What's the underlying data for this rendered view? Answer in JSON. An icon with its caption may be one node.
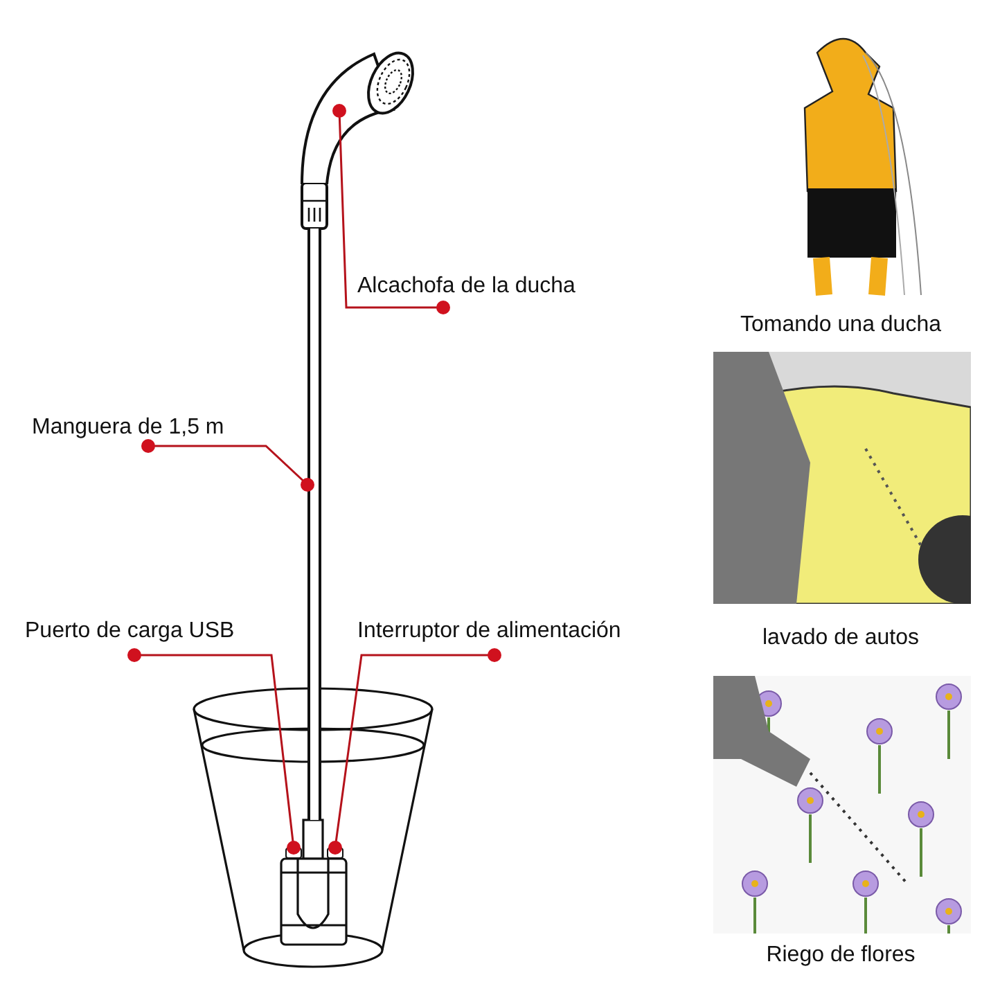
{
  "diagram": {
    "nodes": [
      {
        "text": [],
        "shape": "picture"
      },
      {
        "text": [
          "Alcachofa de la ducha"
        ]
      },
      {
        "text": [
          "Manguera de 1,5 m"
        ]
      },
      {
        "text": [],
        "shape": "bar"
      },
      {
        "text": [
          "Puerto de carga USB"
        ]
      },
      {
        "text": [
          "Interruptor de alimentación"
        ]
      },
      {
        "text": [],
        "shape": "box"
      },
      {
        "text": [],
        "shape": "box"
      }
    ],
    "edges": [
      {
        "from": 1,
        "to": 0,
        "arrow": "other"
      },
      {
        "from": 2,
        "to": 3,
        "arrow": "other"
      },
      {
        "from": 4,
        "to": 6,
        "arrow": "other"
      },
      {
        "from": 5,
        "to": 7,
        "arrow": "other"
      }
    ],
    "labels": [
      "Tomando una ducha",
      "lavado de autos",
      "Riego de flores"
    ]
  }
}
